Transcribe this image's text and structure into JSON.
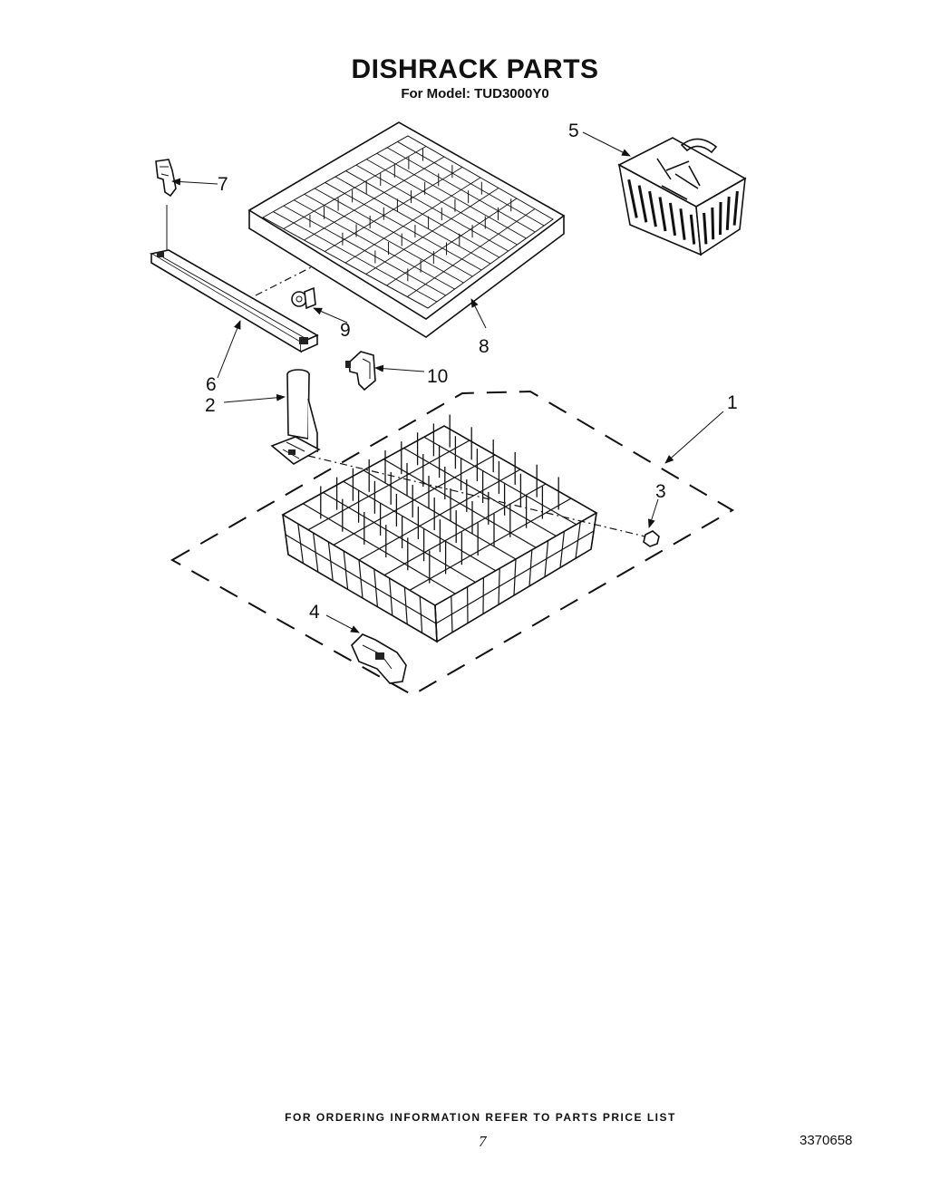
{
  "title": "DISHRACK PARTS",
  "subtitle": "For Model: TUD3000Y0",
  "footer_note": "FOR ORDERING INFORMATION REFER TO PARTS PRICE LIST",
  "page_number": "7",
  "doc_number": "3370658",
  "callouts": {
    "c1": "1",
    "c2": "2",
    "c3": "3",
    "c4": "4",
    "c5": "5",
    "c6": "6",
    "c7": "7",
    "c8": "8",
    "c9": "9",
    "c10": "10"
  }
}
